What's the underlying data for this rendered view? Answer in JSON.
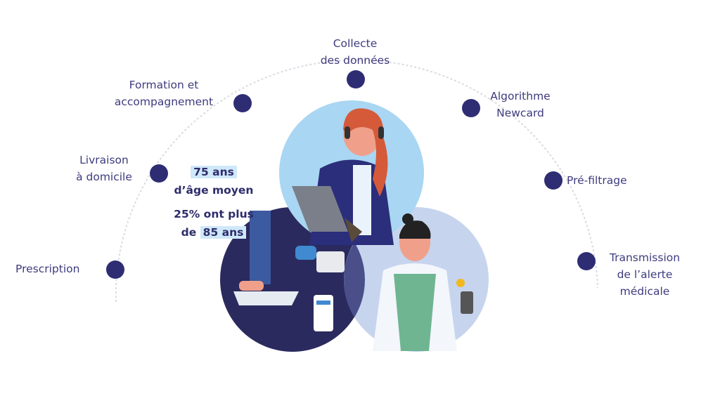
{
  "steps": [
    {
      "id": "prescription",
      "label": "Prescription"
    },
    {
      "id": "livraison",
      "label_line1": "Livraison",
      "label_line2": "à domicile"
    },
    {
      "id": "formation",
      "label_line1": "Formation et",
      "label_line2": "accompagnement"
    },
    {
      "id": "collecte",
      "label_line1": "Collecte",
      "label_line2": "des données"
    },
    {
      "id": "algorithme",
      "label_line1": "Algorithme",
      "label_line2": "Newcard"
    },
    {
      "id": "prefiltrage",
      "label": "Pré-filtrage"
    },
    {
      "id": "transmission",
      "label_line1": "Transmission",
      "label_line2": "de l’alerte",
      "label_line3": "médicale"
    }
  ],
  "stats": {
    "age_value": "75 ans",
    "age_caption": "d’âge moyen",
    "over85_prefix": "25% ont plus",
    "over85_de": "de",
    "over85_value": "85 ans"
  },
  "colors": {
    "dot": "#2e2d73",
    "text": "#3d3b7e",
    "circle_top": "#a9d6f2",
    "circle_left": "#2b2a5e",
    "circle_right": "#c6d4ee",
    "highlight": "#cfe8fa"
  }
}
